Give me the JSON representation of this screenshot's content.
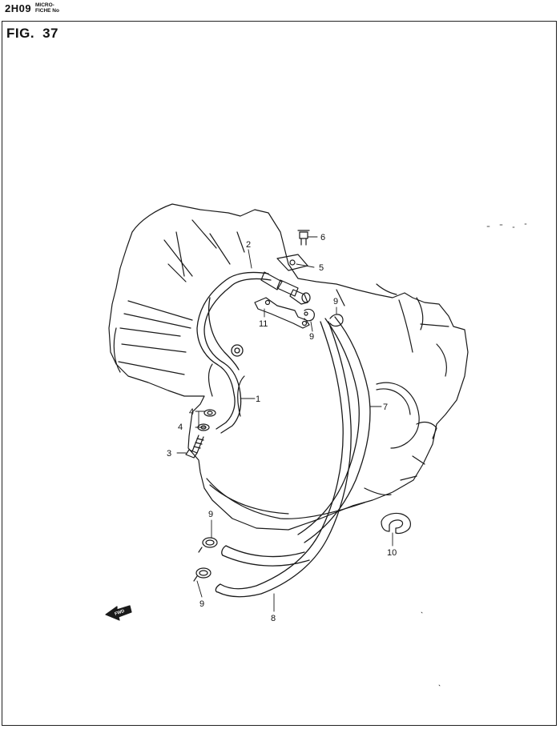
{
  "header": {
    "code": "2H09",
    "micro_line1": "MICRO-",
    "micro_line2": "FICHE No"
  },
  "figure": {
    "prefix": "FIG.",
    "number": "37"
  },
  "callouts": {
    "c1": "1",
    "c2": "2",
    "c3": "3",
    "c4a": "4",
    "c4b": "4",
    "c5": "5",
    "c6": "6",
    "c7": "7",
    "c8": "8",
    "c9a": "9",
    "c9b": "9",
    "c9c": "9",
    "c9d": "9",
    "c10": "10",
    "c11": "11"
  },
  "fwd_label": "FWD",
  "colors": {
    "line": "#1a1a1a",
    "background": "#ffffff"
  }
}
